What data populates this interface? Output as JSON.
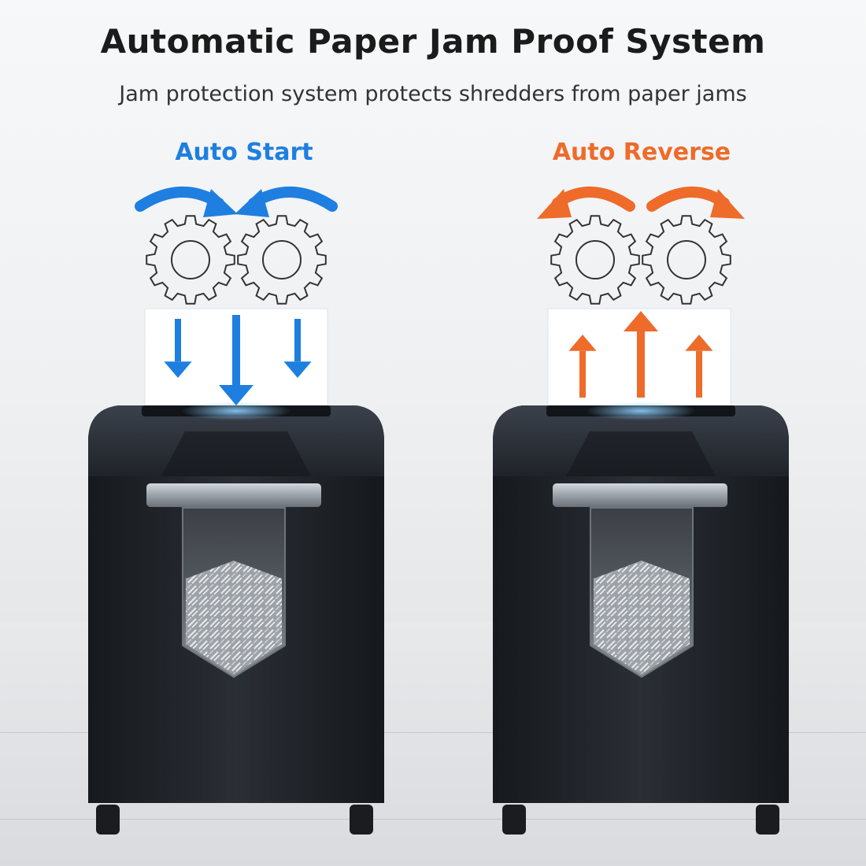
{
  "heading": {
    "title": "Automatic Paper Jam Proof System",
    "subtitle": "Jam protection system protects shredders from paper jams"
  },
  "modes": {
    "start": {
      "label": "Auto Start",
      "color": "#1e7fe0"
    },
    "reverse": {
      "label": "Auto Reverse",
      "color": "#ee6b2a"
    }
  },
  "colors": {
    "shredder_body": "#1d2127",
    "shredder_top": "#2a2f37",
    "handle": "#a9b0b8",
    "paper": "#ffffff",
    "gear_outline": "#333333"
  },
  "icons": {
    "start_arrows": "curved-arrows-inward-icon",
    "reverse_arrows": "curved-arrows-outward-icon",
    "gears": "gear-icon",
    "down_arrows": "arrow-down-icon",
    "up_arrows": "arrow-up-icon"
  }
}
